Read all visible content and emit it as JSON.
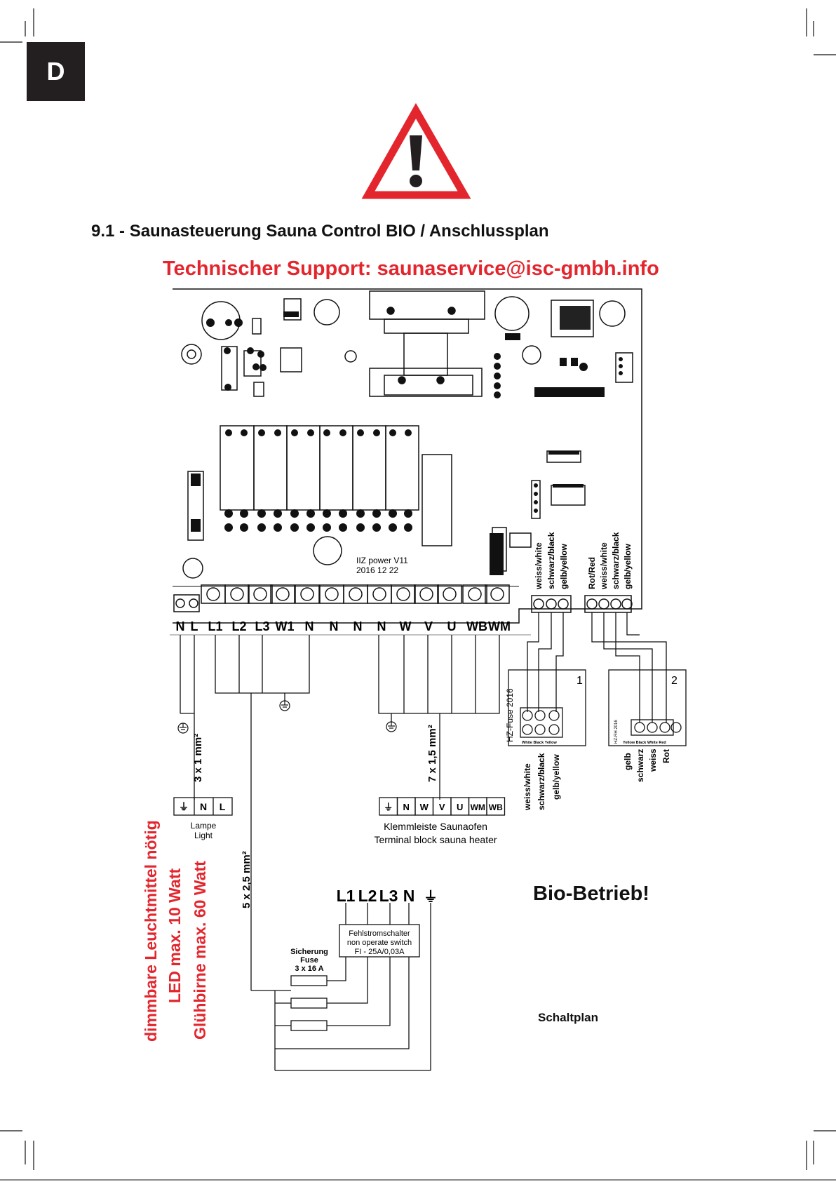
{
  "tab_label": "D",
  "section_title": "9.1 - Saunasteuerung Sauna Control BIO / Anschlussplan",
  "support_line": "Technischer Support: saunaservice@isc-gmbh.info",
  "board_label": {
    "model": "IIZ power V11",
    "date": "2016 12 22"
  },
  "main_terminals": [
    "N",
    "L",
    "L1",
    "L2",
    "L3",
    "W1",
    "N",
    "N",
    "N",
    "N",
    "W",
    "V",
    "U",
    "WB",
    "WM"
  ],
  "sensor_block_1": {
    "wires": [
      "weiss/white",
      "schwarz/black",
      "gelb/yellow"
    ],
    "number": "1",
    "chip_label": "HZ-Fuse 2016",
    "bottom_label": "White Black Yellow"
  },
  "sensor_block_2": {
    "wires": [
      "Rot/Red",
      "weiss/white",
      "schwarz/black",
      "gelb/yellow"
    ],
    "number": "2",
    "chip_label": "HZ-RH 2016",
    "bottom_label": "Yellow Black White Red"
  },
  "sensor_1_bottom_wires": [
    "weiss/white",
    "schwarz/black",
    "gelb/yellow"
  ],
  "sensor_2_bottom_wires": [
    "gelb",
    "schwarz",
    "weiss",
    "Rot"
  ],
  "cable_lamp": "3 x 1 mm²",
  "cable_heater": "7 x 1,5 mm²",
  "cable_supply": "5 x 2,5 mm²",
  "lamp_block": {
    "cells": [
      "⏚",
      "N",
      "L"
    ],
    "label_de": "Lampe",
    "label_en": "Light"
  },
  "heater_block": {
    "cells": [
      "⏚",
      "N",
      "W",
      "V",
      "U",
      "WM",
      "WB"
    ],
    "label_de": "Klemmleiste Saunaofen",
    "label_en": "Terminal block sauna heater"
  },
  "supply_terminals": [
    "L1",
    "L2",
    "L3",
    "N",
    "⏚"
  ],
  "rcd": {
    "line1": "Fehlstromschalter",
    "line2": "non operate switch",
    "line3": "FI - 25A/0,03A"
  },
  "fuse": {
    "line1": "Sicherung",
    "line2": "Fuse",
    "line3": "3 x 16 A"
  },
  "red_notes": [
    "dimmbare Leuchtmittel nötig",
    "LED max. 10 Watt",
    "Glühbirne max. 60 Watt"
  ],
  "bio_label": "Bio-Betrieb!",
  "schaltplan_label": "Schaltplan",
  "colors": {
    "red": "#e3262d",
    "dark": "#231f20"
  }
}
